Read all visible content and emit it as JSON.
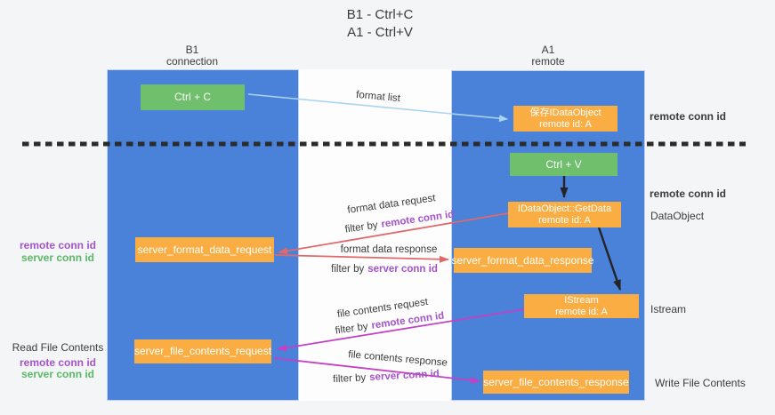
{
  "title": {
    "line1": "B1 - Ctrl+C",
    "line2": "A1 - Ctrl+V"
  },
  "columns": {
    "left": {
      "name": "B1",
      "subtitle": "connection"
    },
    "right": {
      "name": "A1",
      "subtitle": "remote"
    }
  },
  "boxes": {
    "ctrl_c": {
      "label": "Ctrl + C"
    },
    "save_idataobject": {
      "line1": "保存IDataObject",
      "line2": "remote id: A"
    },
    "ctrl_v": {
      "label": "Ctrl + V"
    },
    "getdata": {
      "line1": "IDataObject::GetData",
      "line2": "remote id: A"
    },
    "format_request": {
      "label": "server_format_data_request"
    },
    "format_response": {
      "label": "server_format_data_response"
    },
    "istream": {
      "line1": "IStream",
      "line2": "remote id: A"
    },
    "file_request": {
      "label": "server_file_contents_request"
    },
    "file_response": {
      "label": "server_file_contents_response"
    }
  },
  "flow_labels": {
    "format_list": "format list",
    "format_data_request": "format data request",
    "format_data_response": "format data response",
    "file_contents_request": "file contents request",
    "file_contents_response": "file contents response",
    "filter_by": "filter by",
    "remote_conn_id": "remote conn id",
    "server_conn_id": "server conn id"
  },
  "side_labels": {
    "remote_conn_id": "remote conn id",
    "server_conn_id": "server conn id",
    "dataobject": "DataObject",
    "istream": "Istream",
    "read_file_contents": "Read File Contents",
    "write_file_contents": "Write File Contents"
  },
  "colors": {
    "column_blue": "#4a81d9",
    "box_green": "#6fbf6d",
    "box_orange": "#f9ad43",
    "arrow_red": "#e06a6a",
    "arrow_magenta": "#c341c3",
    "arrow_light_blue": "#a9d4f2",
    "arrow_black": "#242424",
    "text_purple": "#a553cb",
    "text_green": "#5cb865"
  }
}
